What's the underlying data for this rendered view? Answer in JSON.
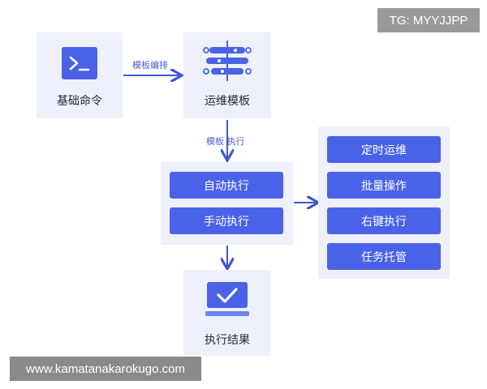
{
  "watermark": "TG: MYYJJPP",
  "site_url": "www.kamatanakarokugo.com",
  "nodes": {
    "basic_command": "基础命令",
    "ops_template": "运维模板",
    "exec_result": "执行结果"
  },
  "edges": {
    "template_edit": "模板编排",
    "template_exec": "模板 执行"
  },
  "exec_modes": [
    "自动执行",
    "手动执行"
  ],
  "features": [
    "定时运维",
    "批量操作",
    "右键执行",
    "任务托管"
  ],
  "colors": {
    "accent": "#4a62e8",
    "card_bg": "#eef0fb",
    "arrow": "#3f56d8"
  },
  "icons": {
    "basic_command": "terminal-icon",
    "ops_template": "pipeline-icon",
    "exec_result": "monitor-check-icon"
  }
}
